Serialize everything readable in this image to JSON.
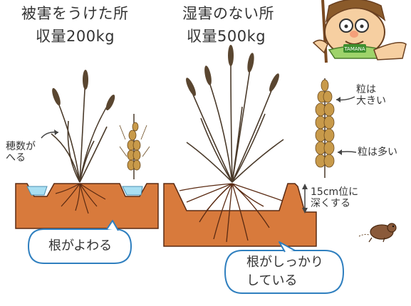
{
  "left_panel": {
    "title_line1": "被害をうけた所",
    "title_line2": "収量200kg",
    "note": "穂数が\nへる",
    "bubble": "根がよわる"
  },
  "right_panel": {
    "title_line1": "湿害のない所",
    "title_line2": "収量500kg",
    "grain_note_top": "粒は\n大きい",
    "grain_note_mid": "粒は多い",
    "depth_note": "15cm位に\n深くする",
    "bubble": "根がしっかり\nしている"
  },
  "mascot": {
    "badge": "TAMANA"
  },
  "colors": {
    "soil": "#d87a3c",
    "soil_line": "#5a2a12",
    "water": "#a9dff2",
    "stalk": "#4a3a2a",
    "ear": "#c89a4a",
    "text": "#333333"
  }
}
